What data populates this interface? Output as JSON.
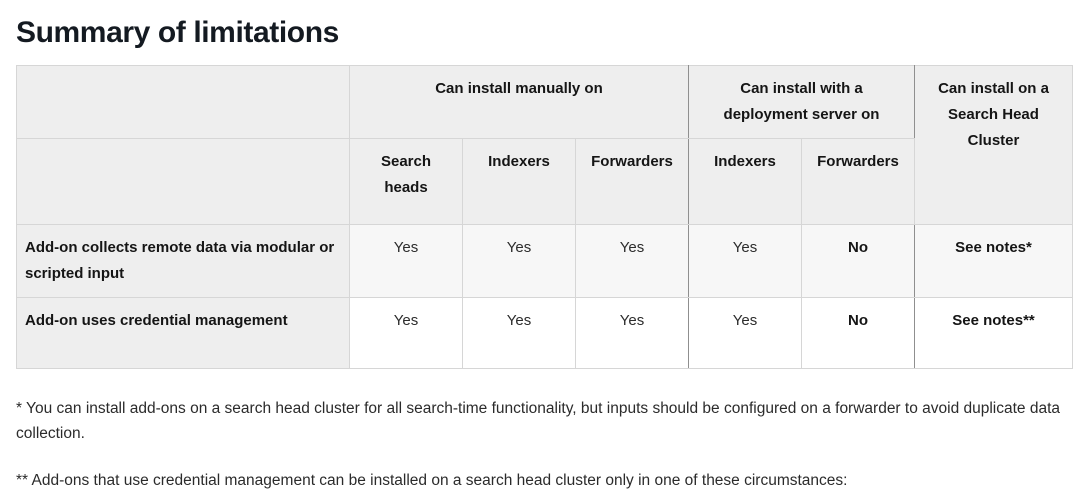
{
  "page": {
    "title": "Summary of limitations"
  },
  "table": {
    "corner_label": "",
    "groups": [
      {
        "label": "Can install manually on",
        "span": 3
      },
      {
        "label": "Can install with a deployment server on",
        "span": 2
      }
    ],
    "rowspan_header": "Can install on a\nSearch Head Cluster",
    "rowspan_header_lines": [
      "Can install on",
      "a",
      "Search Head",
      "Cluster"
    ],
    "subheaders": [
      "Search heads",
      "Indexers",
      "Forwarders",
      "Indexers",
      "Forwarders"
    ],
    "rows": [
      {
        "label": "Add-on collects remote data via modular or scripted input",
        "values": [
          "Yes",
          "Yes",
          "Yes",
          "Yes",
          "No",
          "See notes*"
        ],
        "bold_flags": [
          false,
          false,
          false,
          false,
          true,
          true
        ]
      },
      {
        "label": "Add-on uses credential management",
        "values": [
          "Yes",
          "Yes",
          "Yes",
          "Yes",
          "No",
          "See notes**"
        ],
        "bold_flags": [
          false,
          false,
          false,
          false,
          true,
          true
        ]
      }
    ]
  },
  "footnotes": [
    "* You can install add-ons on a search head cluster for all search-time functionality, but inputs should be configured on a forwarder to avoid duplicate data collection.",
    "** Add-ons that use credential management can be installed on a search head cluster only in one of these circumstances:"
  ],
  "colors": {
    "header_bg": "#eeeeee",
    "row_tint_bg": "#f7f7f7",
    "row_plain_bg": "#ffffff",
    "border": "#8f8f8f",
    "title": "#141a21"
  }
}
